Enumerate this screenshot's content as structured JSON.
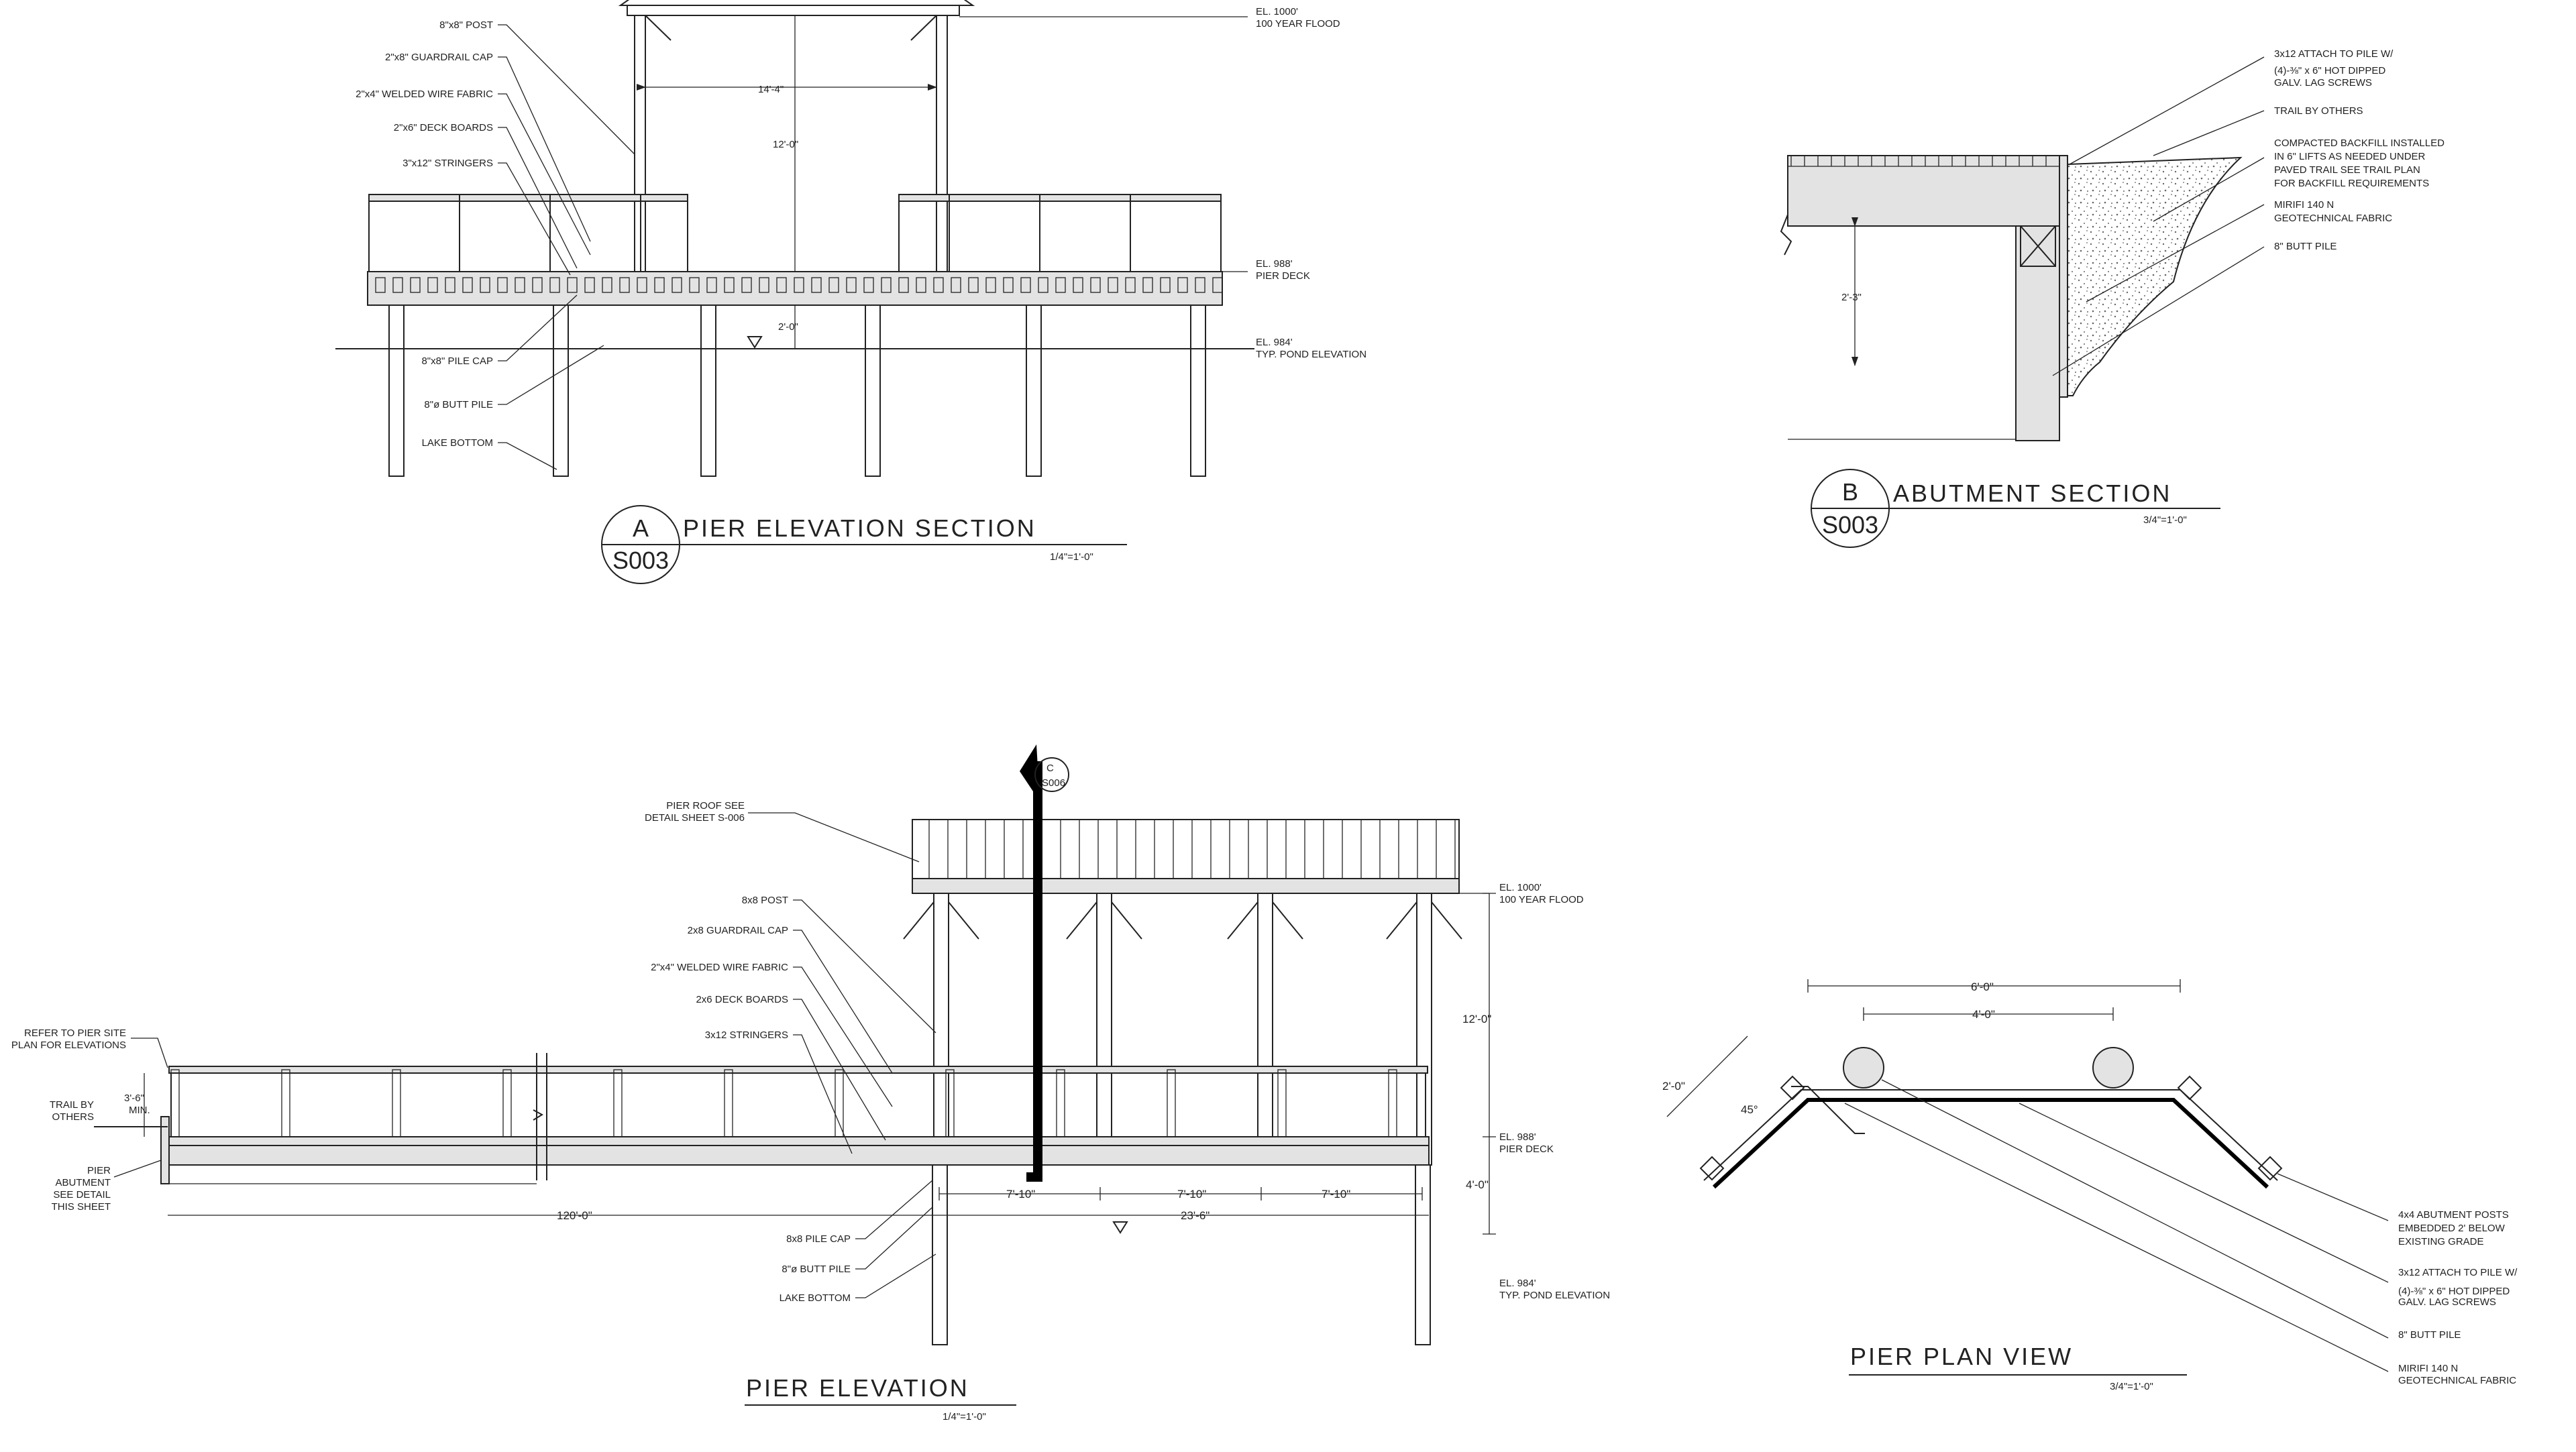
{
  "colors": {
    "ink": "#222222",
    "deck_fill": "#e3e3e3",
    "background": "#ffffff"
  },
  "pier_elevation_section": {
    "title": "PIER ELEVATION SECTION",
    "scale": "1/4\"=1'-0\"",
    "bubble_letter": "A",
    "bubble_sheet": "S003",
    "labels": [
      "8\"x8\" POST",
      "2\"x8\" GUARDRAIL CAP",
      "2\"x4\" WELDED WIRE FABRIC",
      "2\"x6\" DECK BOARDS",
      "3\"x12\" STRINGERS",
      "8\"x8\" PILE CAP",
      "8\"ø BUTT PILE",
      "LAKE BOTTOM"
    ],
    "elevations": {
      "flood_el": "EL. 1000'",
      "flood_desc": "100 YEAR FLOOD",
      "deck_el": "EL. 988'",
      "deck_desc": "PIER DECK",
      "pond_el": "EL. 984'",
      "pond_desc": "TYP. POND ELEVATION"
    },
    "dims": {
      "width": "14'-4\"",
      "height": "12'-0\"",
      "deck_to_water": "2'-0\""
    }
  },
  "abutment_section": {
    "title": "ABUTMENT SECTION",
    "scale": "3/4\"=1'-0\"",
    "bubble_letter": "B",
    "bubble_sheet": "S003",
    "labels": {
      "attach_1": "3x12 ATTACH TO PILE W/",
      "attach_2": "(4)-⅜\" x 6\" HOT DIPPED",
      "attach_3": "GALV. LAG SCREWS",
      "trail": "TRAIL BY OTHERS",
      "backfill_1": "COMPACTED BACKFILL INSTALLED",
      "backfill_2": "IN 6\" LIFTS AS NEEDED UNDER",
      "backfill_3": "PAVED TRAIL SEE TRAIL PLAN",
      "backfill_4": "FOR BACKFILL REQUIREMENTS",
      "fabric_1": "MIRIFI 140 N",
      "fabric_2": "GEOTECHNICAL FABRIC",
      "pile": "8\" BUTT PILE"
    },
    "dim_depth": "2'-3\""
  },
  "pier_elevation": {
    "title": "PIER ELEVATION",
    "scale": "1/4\"=1'-0\"",
    "section_cut_letter": "C",
    "section_cut_sheet": "S006",
    "labels": [
      "8x8 POST",
      "2x8 GUARDRAIL CAP",
      "2\"x4\" WELDED WIRE FABRIC",
      "2x6 DECK BOARDS",
      "3x12 STRINGERS"
    ],
    "roof_note_1": "PIER ROOF SEE",
    "roof_note_2": "DETAIL SHEET S-006",
    "refer_1": "REFER TO PIER SITE",
    "refer_2": "PLAN FOR ELEVATIONS",
    "trail_1": "TRAIL BY",
    "trail_2": "OTHERS",
    "abut_1": "PIER",
    "abut_2": "ABUTMENT",
    "abut_3": "SEE DETAIL",
    "abut_4": "THIS SHEET",
    "rail_h_1": "3'-6\"",
    "rail_h_2": "MIN.",
    "bottom_labels": [
      "8x8 PILE CAP",
      "8\"ø BUTT PILE",
      "LAKE BOTTOM"
    ],
    "elevations": {
      "flood_el": "EL. 1000'",
      "flood_desc": "100 YEAR FLOOD",
      "deck_el": "EL. 988'",
      "deck_desc": "PIER DECK",
      "pond_el": "EL. 984'",
      "pond_desc": "TYP. POND ELEVATION"
    },
    "dims": {
      "bay1": "7'-10\"",
      "bay2": "7'-10\"",
      "bay3": "7'-10\"",
      "total": "23'-6\"",
      "walkway": "120'-0\"",
      "height": "12'-0\"",
      "deck_to_water": "4'-0\""
    }
  },
  "pier_plan_view": {
    "title": "PIER PLAN VIEW",
    "scale": "3/4\"=1'-0\"",
    "dims": {
      "outer": "6'-0\"",
      "inner": "4'-0\"",
      "side": "2'-0\"",
      "angle": "45°"
    },
    "labels": {
      "posts_1": "4x4 ABUTMENT POSTS",
      "posts_2": "EMBEDDED 2' BELOW",
      "posts_3": "EXISTING GRADE",
      "attach_1": "3x12 ATTACH TO PILE W/",
      "attach_2": "(4)-⅜\" x 6\" HOT DIPPED",
      "attach_3": "GALV. LAG SCREWS",
      "pile": "8\" BUTT PILE",
      "fabric_1": "MIRIFI 140 N",
      "fabric_2": "GEOTECHNICAL FABRIC"
    }
  }
}
